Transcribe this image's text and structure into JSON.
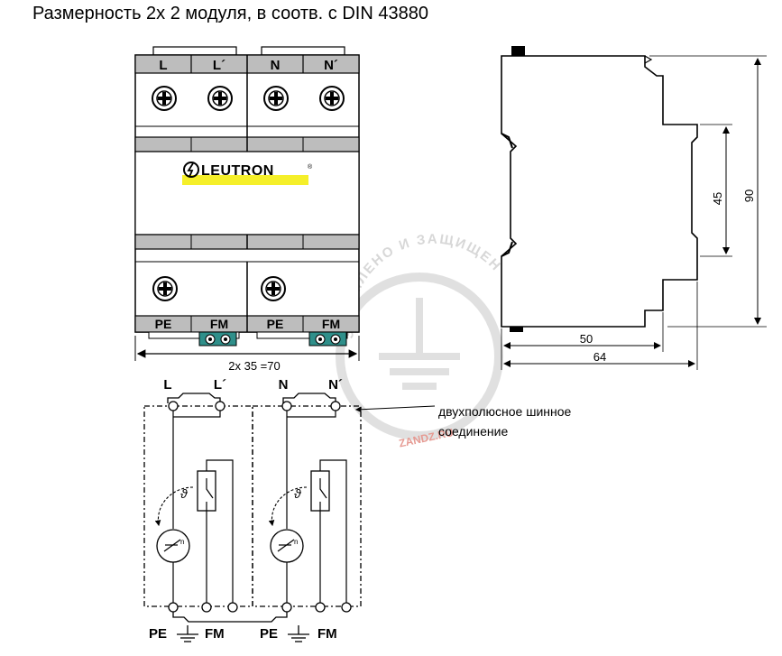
{
  "title": "Размерность 2х 2 модуля, в соотв. с DIN 43880",
  "device": {
    "top_labels": [
      "L",
      "L´",
      "N",
      "N´"
    ],
    "bottom_labels": [
      "PE",
      "FM",
      "PE",
      "FM"
    ],
    "brand": "LEUTRON",
    "brand_mark": "®",
    "width_label": "2x 35 =70"
  },
  "side_view": {
    "dim_45": "45",
    "dim_90": "90",
    "dim_50": "50",
    "dim_64": "64"
  },
  "watermark": {
    "arc_text": "ЗАЗЕМЛЕНО И ЗАЩИЩЕНО",
    "site": "ZANDZ.RU"
  },
  "schematic": {
    "top_labels": [
      "L",
      "L´",
      "N",
      "N´"
    ],
    "bottom_left": [
      "PE",
      "FM"
    ],
    "bottom_right": [
      "PE",
      "FM"
    ],
    "theta": "ϑ",
    "n": "n",
    "annotation_line1": "двухполюсное шинное",
    "annotation_line2": "соединение"
  },
  "colors": {
    "accent_yellow": "#f5ef2a",
    "teal_connector": "#2f8f8a",
    "panel_gray": "#bdbdbd",
    "watermark_gray": "#c8c8c8",
    "watermark_red": "#d24a3c"
  }
}
